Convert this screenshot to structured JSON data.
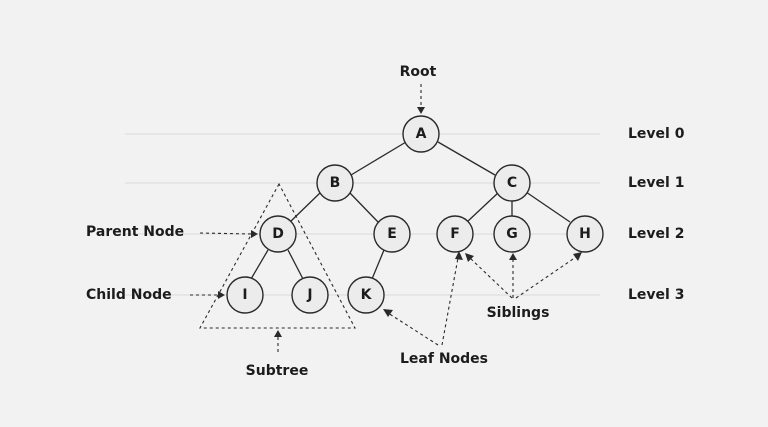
{
  "nodes": {
    "A": "A",
    "B": "B",
    "C": "C",
    "D": "D",
    "E": "E",
    "F": "F",
    "G": "G",
    "H": "H",
    "I": "I",
    "J": "J",
    "K": "K"
  },
  "levels": [
    "Level 0",
    "Level 1",
    "Level 2",
    "Level 3"
  ],
  "annotations": {
    "root": "Root",
    "parent_node": "Parent Node",
    "child_node": "Child Node",
    "subtree": "Subtree",
    "leaf_nodes": "Leaf Nodes",
    "siblings": "Siblings"
  }
}
